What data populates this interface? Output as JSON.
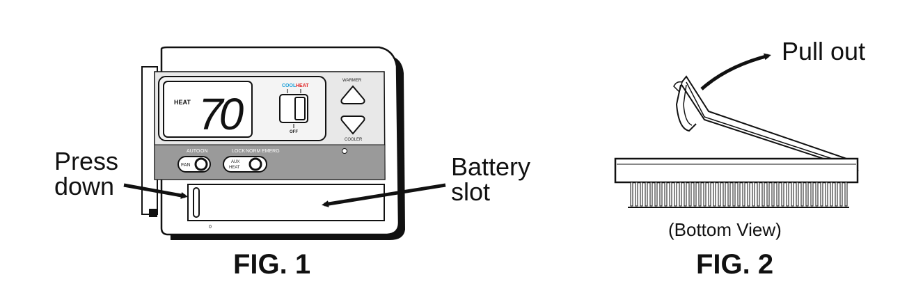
{
  "fig1": {
    "caption": "FIG. 1",
    "display": {
      "mode": "HEAT",
      "temp": "70"
    },
    "switch": {
      "cool": "COOL",
      "heat": "HEAT",
      "off": "OFF"
    },
    "buttons": {
      "warmer": "WARMER",
      "cooler": "COOLER"
    },
    "fan": {
      "auto": "AUTO",
      "on": "ON",
      "fan": "FAN"
    },
    "system": {
      "lock": "LOCK",
      "norm": "NORM",
      "emerg": "EMERG",
      "aux": "AUX",
      "heat": "HEAT"
    },
    "press_down": [
      "Press",
      "down"
    ],
    "battery_slot": [
      "Battery",
      "slot"
    ],
    "slot_mark": "0"
  },
  "fig2": {
    "caption": "FIG. 2",
    "pull_out": "Pull out",
    "view": "(Bottom View)"
  },
  "colors": {
    "cool": "#1a9fd8",
    "heat": "#e02020",
    "panel": "#e8e8e8",
    "band": "#9a9a9a",
    "ink": "#111111"
  }
}
